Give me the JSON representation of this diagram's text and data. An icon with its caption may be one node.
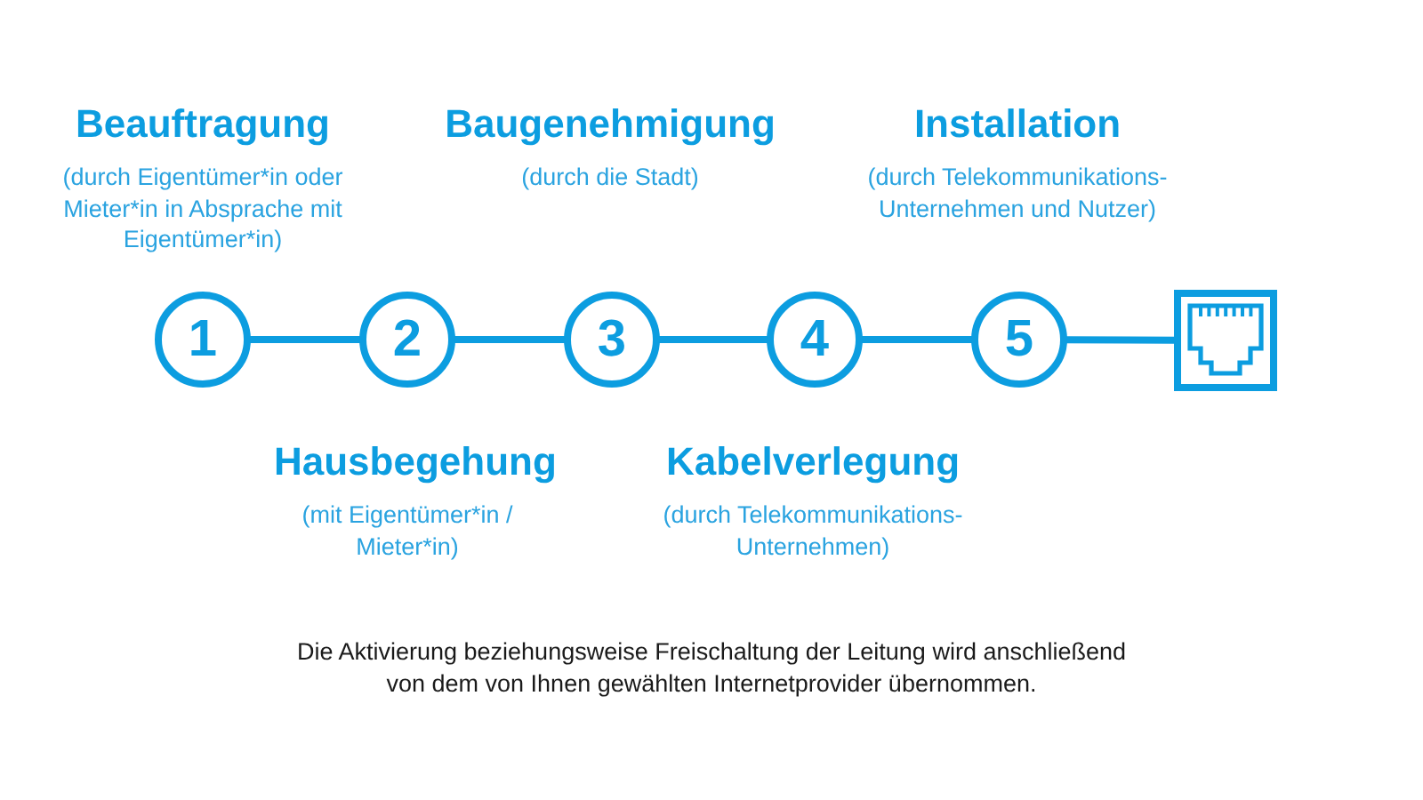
{
  "diagram": {
    "nodes": [
      {
        "text": [
          "1"
        ],
        "beside": [
          "Beauftragung",
          "(durch Eigentümer*in oder Mieter*in in Absprache mit Eigentümer*in)"
        ]
      },
      {
        "text": [
          "2"
        ],
        "beside": [
          "Hausbegehung",
          "(mit Eigentümer*in / Mieter*in)"
        ]
      },
      {
        "text": [
          "3"
        ],
        "beside": [
          "Baugenehmigung",
          "(durch die Stadt)"
        ]
      },
      {
        "text": [
          "4"
        ],
        "beside": [
          "Kabelverlegung",
          "(durch Telekommunikations- Unternehmen)"
        ]
      },
      {
        "text": [
          "5"
        ],
        "beside": [
          "Installation",
          "(durch Telekommunikations- Unternehmen und Nutzer)"
        ]
      },
      {
        "text": [],
        "shape": "picture"
      }
    ],
    "edges": [
      {
        "from": 0,
        "to": 1,
        "arrow": "none"
      },
      {
        "from": 1,
        "to": 2,
        "arrow": "none"
      },
      {
        "from": 2,
        "to": 3,
        "arrow": "none"
      },
      {
        "from": 3,
        "to": 4,
        "arrow": "none"
      },
      {
        "from": 4,
        "to": 5,
        "arrow": "none"
      }
    ],
    "labels": [
      "Die Aktivierung beziehungsweise Freischaltung der Leitung wird anschließend von dem von Ihnen gewählten Internetprovider übernommen."
    ]
  }
}
